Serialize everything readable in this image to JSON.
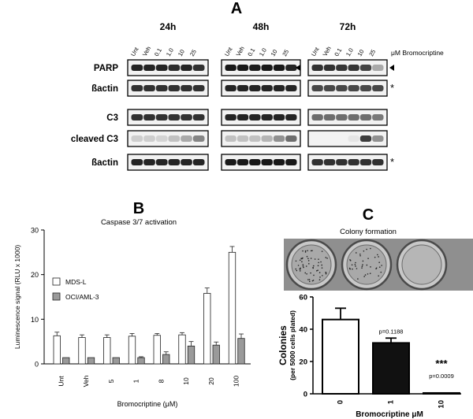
{
  "panel_a": {
    "letter": "A",
    "timepoints": [
      "24h",
      "48h",
      "72h"
    ],
    "lane_labels": [
      "Unt",
      "Veh",
      "0.1",
      "1.0",
      "10",
      "25"
    ],
    "unit_label": "μM Bromocriptine",
    "rows": [
      {
        "label": "PARP",
        "marker": "◄",
        "band_intensity": [
          [
            0.85,
            0.85,
            0.85,
            0.82,
            0.85,
            0.8
          ],
          [
            0.9,
            0.9,
            0.88,
            0.9,
            0.9,
            0.85
          ],
          [
            0.8,
            0.8,
            0.78,
            0.78,
            0.72,
            0.3
          ]
        ]
      },
      {
        "label": "ßactin",
        "marker": "*",
        "band_intensity": [
          [
            0.8,
            0.8,
            0.8,
            0.8,
            0.8,
            0.8
          ],
          [
            0.85,
            0.85,
            0.85,
            0.85,
            0.85,
            0.85
          ],
          [
            0.7,
            0.7,
            0.7,
            0.7,
            0.7,
            0.7
          ]
        ]
      },
      {
        "label": "C3",
        "marker": "",
        "band_intensity": [
          [
            0.8,
            0.8,
            0.8,
            0.8,
            0.8,
            0.8
          ],
          [
            0.85,
            0.85,
            0.85,
            0.85,
            0.85,
            0.85
          ],
          [
            0.55,
            0.55,
            0.55,
            0.55,
            0.55,
            0.5
          ]
        ]
      },
      {
        "label": "cleaved C3",
        "marker": "",
        "band_intensity": [
          [
            0.15,
            0.15,
            0.12,
            0.2,
            0.3,
            0.45
          ],
          [
            0.2,
            0.2,
            0.2,
            0.25,
            0.4,
            0.55
          ],
          [
            0.0,
            0.0,
            0.0,
            0.05,
            0.75,
            0.4
          ]
        ]
      },
      {
        "label": "ßactin",
        "marker": "*",
        "band_intensity": [
          [
            0.85,
            0.85,
            0.85,
            0.85,
            0.85,
            0.85
          ],
          [
            0.9,
            0.9,
            0.9,
            0.9,
            0.9,
            0.9
          ],
          [
            0.8,
            0.8,
            0.8,
            0.8,
            0.8,
            0.8
          ]
        ]
      }
    ]
  },
  "chart_data": [
    {
      "type": "bar",
      "panel": "B",
      "title": "Caspase 3/7 activation",
      "xlabel": "Bromocriptine (μM)",
      "ylabel": "Luminescence signal  (RLU x 1000)",
      "categories": [
        "Unt",
        "Veh",
        "5",
        "1",
        "8",
        "10",
        "20",
        "100"
      ],
      "ylim": [
        0,
        30
      ],
      "yticks": [
        0,
        10,
        20,
        30
      ],
      "legend_position": "left",
      "series": [
        {
          "name": "MDS-L",
          "color": "#ffffff",
          "values": [
            6.3,
            5.9,
            5.9,
            6.2,
            6.4,
            6.5,
            15.8,
            25.0
          ],
          "errors": [
            0.8,
            0.6,
            0.6,
            0.6,
            0.4,
            0.5,
            1.2,
            1.3
          ]
        },
        {
          "name": "OCI/AML-3",
          "color": "#9a9a9a",
          "values": [
            1.4,
            1.4,
            1.4,
            1.4,
            2.1,
            4.0,
            4.2,
            5.7
          ],
          "errors": [
            0.0,
            0.0,
            0.0,
            0.2,
            0.6,
            1.0,
            0.7,
            1.0
          ]
        }
      ]
    },
    {
      "type": "bar",
      "panel": "C",
      "title": "Colony formation",
      "xlabel": "Bromocriptine μM",
      "ylabel_main": "Colonies",
      "ylabel_sub": "(per 5000 cells plated)",
      "categories": [
        "0",
        "1",
        "10"
      ],
      "ylim": [
        0,
        60
      ],
      "yticks": [
        0,
        20,
        40,
        60
      ],
      "values": [
        46,
        31.5,
        0.5
      ],
      "errors": [
        7,
        3,
        0.3
      ],
      "bar_colors": [
        "#ffffff",
        "#111111",
        "#111111"
      ],
      "annotations": [
        "",
        "p=0.1188",
        "p=0.0009"
      ],
      "significance": "***"
    }
  ]
}
